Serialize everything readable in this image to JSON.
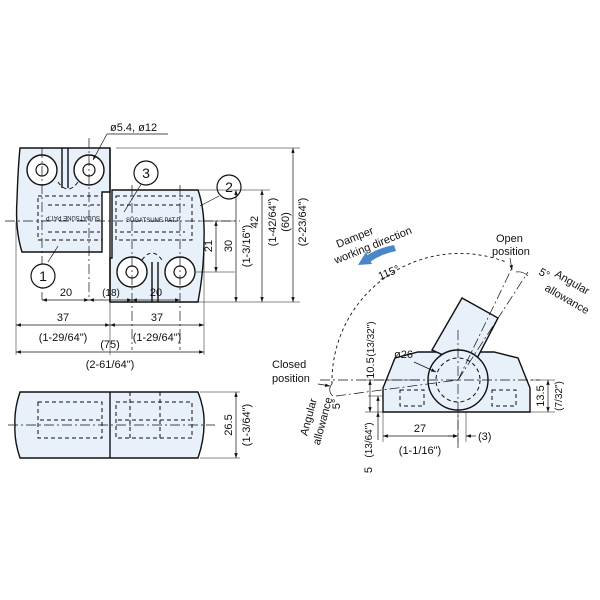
{
  "top_view": {
    "hole_spec": "ø5.4, ø12",
    "callouts": [
      "1",
      "2",
      "3"
    ],
    "marking": "SUGATSUNE PAT.P",
    "dims": {
      "w20_left": "20",
      "gap18": "(18)",
      "w20_right": "20",
      "w37_left": "37",
      "w37_left_in": "(1-29/64\")",
      "w37_right": "37",
      "w37_right_in": "(1-29/64\")",
      "total75": "(75)",
      "total75_in": "(2-61/64\")",
      "h21": "21",
      "h30": "30",
      "h30_in": "(1-3/16\")",
      "h42": "42",
      "h42_in": "(1-42/64\")",
      "h60": "(60)",
      "h60_in": "(2-23/64\")"
    }
  },
  "side_view": {
    "h26_5": "26.5",
    "h26_5_in": "(1-3/64\")"
  },
  "end_view": {
    "damper_direction_line1": "Damper",
    "damper_direction_line2": "working direction",
    "open_position_line1": "Open",
    "open_position_line2": "position",
    "angle_115": "115°",
    "angular_allowance_top_angle": "5°",
    "angular_allowance_top_line1": "Angular",
    "angular_allowance_top_line2": "allowance",
    "closed_position_line1": "Closed",
    "closed_position_line2": "position",
    "diameter26": "ø26",
    "h10_5": "10.5",
    "h10_5_in": "(13/32\")",
    "angle_5_left": "5°",
    "angular_allowance_left_line1": "Angular",
    "angular_allowance_left_line2": "allowance",
    "h13_5": "13.5",
    "h13_5_in": "(7/32\")",
    "w27": "27",
    "w27_in": "(1-1/16\")",
    "w3": "(3)",
    "h5": "5",
    "h5_in": "(13/64\")"
  },
  "colors": {
    "part_fill": "#e8f0fa",
    "arrow": "#4a86c8",
    "line": "#111111"
  }
}
